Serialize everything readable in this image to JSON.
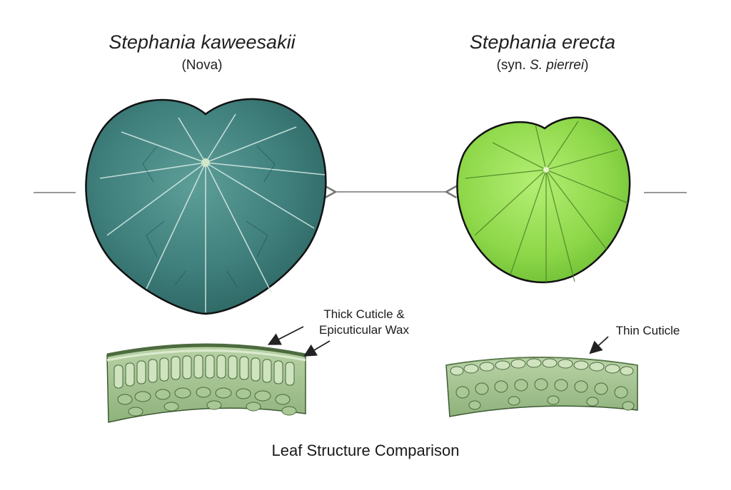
{
  "left": {
    "title": "Stephania kaweesakii",
    "subtitle": "(Nova)",
    "annotation_line1": "Thick Cuticle &",
    "annotation_line2": "Epicuticular Wax",
    "leaf_color": "#3f7f7c"
  },
  "right": {
    "title": "Stephania erecta",
    "subtitle_prefix": "(syn. ",
    "subtitle_species": "S. pierrei",
    "subtitle_suffix": ")",
    "annotation": "Thin Cuticle",
    "leaf_color": "#8fd84a"
  },
  "caption": "Leaf Structure Comparison",
  "icons": [
    "double-arrow-icon"
  ]
}
